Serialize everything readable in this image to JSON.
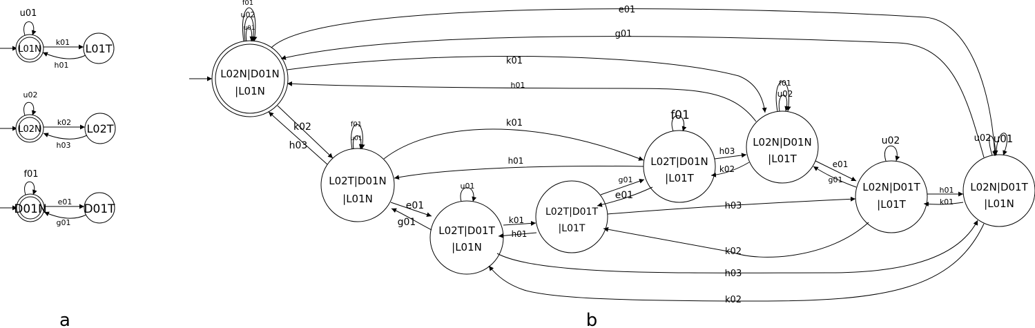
{
  "panel_labels": {
    "a": "a",
    "b": "b"
  },
  "panel_a": {
    "states": {
      "L01N": "L01N",
      "L01T": "L01T",
      "L02N": "L02N",
      "L02T": "L02T",
      "D01N": "D01N",
      "D01T": "D01T"
    },
    "events": {
      "u01": "u01",
      "k01": "k01",
      "h01": "h01",
      "u02": "u02",
      "k02": "k02",
      "h03": "h03",
      "f01": "f01",
      "e01": "e01",
      "g01": "g01"
    }
  },
  "panel_b": {
    "states": {
      "S0": [
        "L02N|D01N",
        "|L01N"
      ],
      "S1": [
        "L02T|D01N",
        "|L01N"
      ],
      "S2": [
        "L02T|D01T",
        "|L01N"
      ],
      "S3": [
        "L02T|D01T",
        "|L01T"
      ],
      "S4": [
        "L02T|D01N",
        "|L01T"
      ],
      "S5": [
        "L02N|D01N",
        "|L01T"
      ],
      "S6": [
        "L02N|D01T",
        "|L01T"
      ],
      "S7": [
        "L02N|D01T",
        "|L01N"
      ]
    },
    "events": {
      "e01": "e01",
      "g01": "g01",
      "k01": "k01",
      "h01": "h01",
      "k02": "k02",
      "h03": "h03",
      "f01": "f01",
      "u01": "u01",
      "u02": "u02"
    }
  }
}
